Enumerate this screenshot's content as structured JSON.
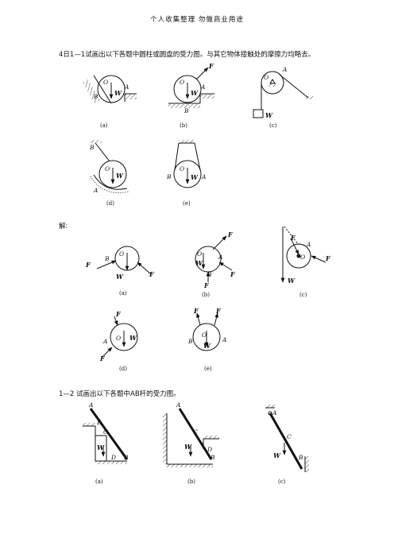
{
  "header": "个人收集整理 勿做商业用途",
  "problem1": "4日1—1试画出以下各题中圆柱或圆盘的受力图。与其它物体接触处的摩擦力均略去。",
  "solution_label": "解:",
  "problem2": "1—2 试画出以下各题中AB杆的受力图。",
  "captions": [
    "(a)",
    "(b)",
    "(c)",
    "(d)",
    "(e)"
  ],
  "labels": {
    "O": "O",
    "A": "A",
    "B": "B",
    "C": "C",
    "D": "D",
    "E": "E",
    "W": "W",
    "F": "F",
    "FA": "F",
    "FB": "F",
    "subA": "A",
    "subB": "B"
  }
}
